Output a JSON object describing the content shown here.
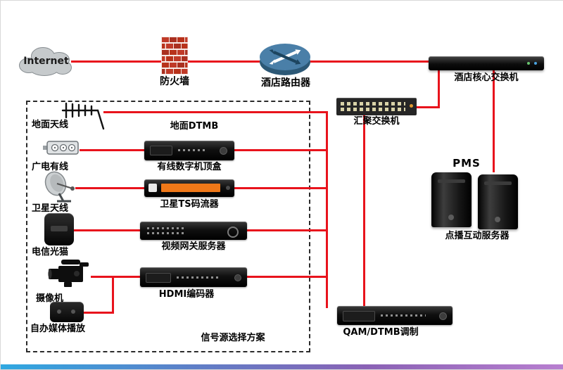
{
  "nodes": {
    "internet": "Internet",
    "firewall": "防火墙",
    "router": "酒店路由器",
    "core_switch": "酒店核心交换机",
    "agg_switch": "汇聚交换机",
    "pms": "PMS",
    "vod_server": "点播互动服务器",
    "terrestrial_antenna": "地面天线",
    "terrestrial_dtmb": "地面DTMB",
    "cable": "广电有线",
    "cable_stb": "有线数字机顶盒",
    "satellite_antenna": "卫星天线",
    "satellite_ts_streamer": "卫星TS码流器",
    "telecom_modem": "电信光猫",
    "video_gateway": "视频网关服务器",
    "camera": "摄像机",
    "hdmi_encoder": "HDMI编码器",
    "self_media_player": "自办媒体播放",
    "signal_source_plan": "信号源选择方案",
    "qam_modulator": "QAM/DTMB调制"
  },
  "colors": {
    "connector": "#e8131c",
    "display_accent": "#f07818"
  },
  "edges": [
    [
      "internet",
      "firewall"
    ],
    [
      "firewall",
      "router"
    ],
    [
      "router",
      "core_switch"
    ],
    [
      "core_switch",
      "agg_switch"
    ],
    [
      "core_switch",
      "vod_server"
    ],
    [
      "terrestrial_antenna",
      "qam_modulator"
    ],
    [
      "cable",
      "cable_stb"
    ],
    [
      "cable_stb",
      "qam_modulator"
    ],
    [
      "satellite_antenna",
      "satellite_ts_streamer"
    ],
    [
      "satellite_ts_streamer",
      "qam_modulator"
    ],
    [
      "telecom_modem",
      "video_gateway"
    ],
    [
      "video_gateway",
      "qam_modulator"
    ],
    [
      "camera",
      "hdmi_encoder"
    ],
    [
      "self_media_player",
      "hdmi_encoder"
    ],
    [
      "hdmi_encoder",
      "qam_modulator"
    ],
    [
      "agg_switch",
      "qam_modulator"
    ]
  ]
}
